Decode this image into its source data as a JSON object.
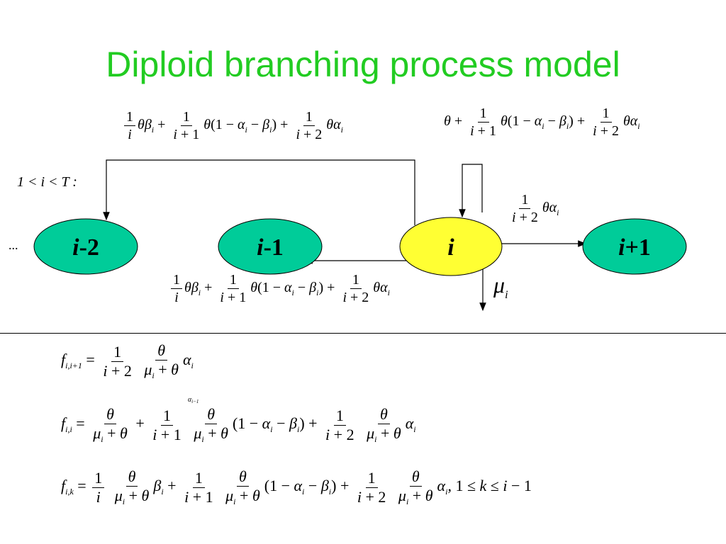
{
  "title": "Diploid branching process model",
  "condition": "1 < i < T :",
  "ellipsis": "...",
  "nodes": {
    "n_im2": {
      "italic": "i",
      "rest": "-2"
    },
    "n_im1": {
      "italic": "i",
      "rest": "-1"
    },
    "n_i": {
      "italic": "i",
      "rest": ""
    },
    "n_ip1": {
      "italic": "i",
      "rest": "+1"
    }
  },
  "mu_label": {
    "sym": "μ",
    "sub": "i"
  },
  "tiny_label": {
    "sym": "α",
    "sub": "i−1"
  },
  "colors": {
    "title": "#22cc22",
    "node_green": "#00cc99",
    "node_yellow": "#ffff33"
  }
}
